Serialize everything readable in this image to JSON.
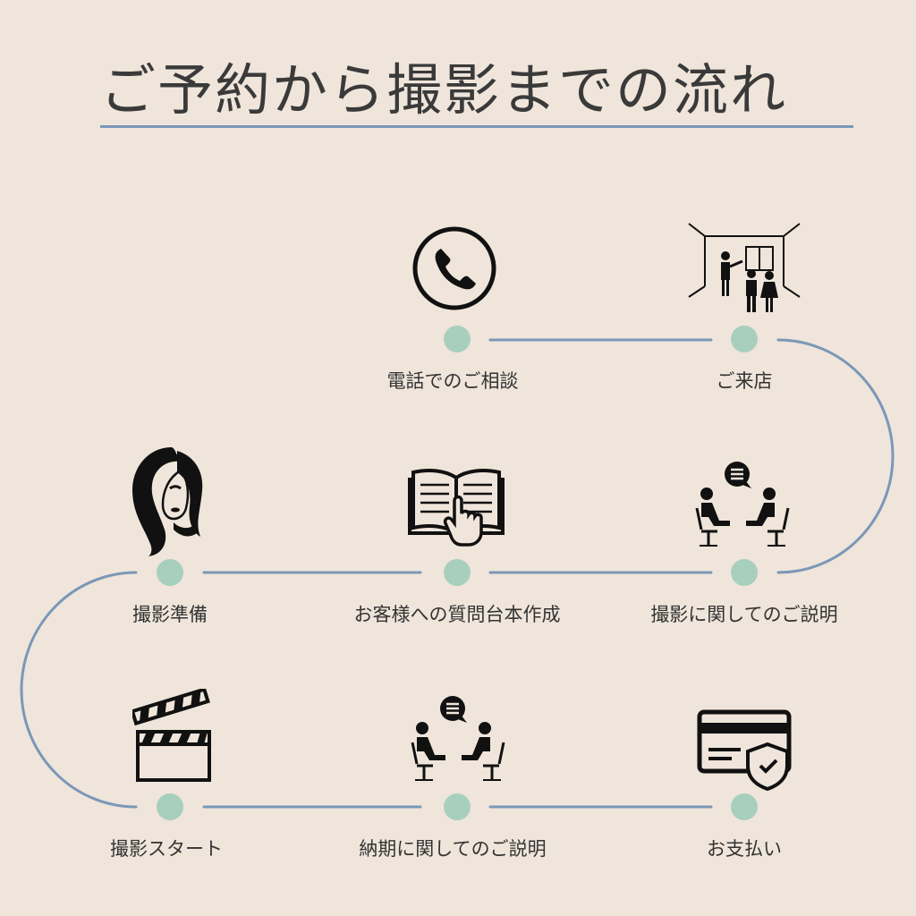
{
  "title": "ご予約から撮影までの流れ",
  "colors": {
    "background": "#EFE5DA",
    "path": "#7B97B8",
    "node": "#A8CFBD",
    "ink": "#111111"
  },
  "steps": [
    {
      "label": "電話でのご相談",
      "icon": "phone-icon"
    },
    {
      "label": "ご来店",
      "icon": "presentation-room-icon"
    },
    {
      "label": "撮影に関してのご説明",
      "icon": "meeting-chat-icon"
    },
    {
      "label": "お客様への質問台本作成",
      "icon": "open-book-hand-icon"
    },
    {
      "label": "撮影準備",
      "icon": "woman-hair-icon"
    },
    {
      "label": "撮影スタート",
      "icon": "clapperboard-icon"
    },
    {
      "label": "納期に関してのご説明",
      "icon": "meeting-chat-icon"
    },
    {
      "label": "お支払い",
      "icon": "credit-card-shield-icon"
    }
  ]
}
